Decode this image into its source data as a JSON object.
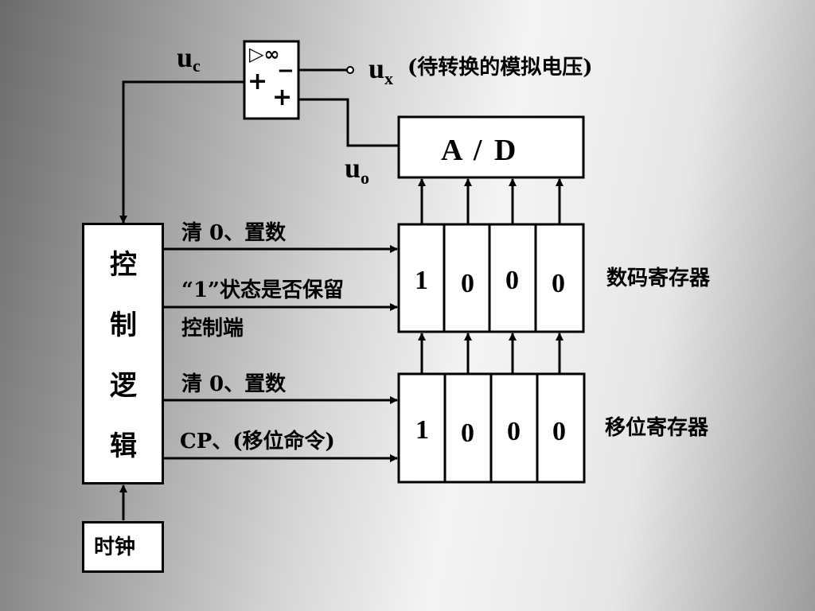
{
  "opamp": {
    "symbol_inf": "▷∞",
    "minus": "−",
    "plus_left": "+",
    "plus_right": "+"
  },
  "labels": {
    "uc_main": "u",
    "uc_sub": "c",
    "ux_main": "u",
    "ux_sub": "x",
    "ux_desc": "(待转换的模拟电压)",
    "uo_main": "u",
    "uo_sub": "o",
    "ad": "A / D",
    "clear_set_1": "清 0、置数",
    "keep_state": "“1”状态是否保留",
    "control_end": "控制端",
    "clear_set_2": "清 0、置数",
    "cp_shift": "CP、(移位命令)",
    "data_register": "数码寄存器",
    "shift_register": "移位寄存器",
    "clock": "时钟"
  },
  "control_logic": [
    "控",
    "制",
    "逻",
    "辑"
  ],
  "data_register_bits": [
    "1",
    "0",
    "0",
    "0"
  ],
  "shift_register_bits": [
    "1",
    "0",
    "0",
    "0"
  ]
}
